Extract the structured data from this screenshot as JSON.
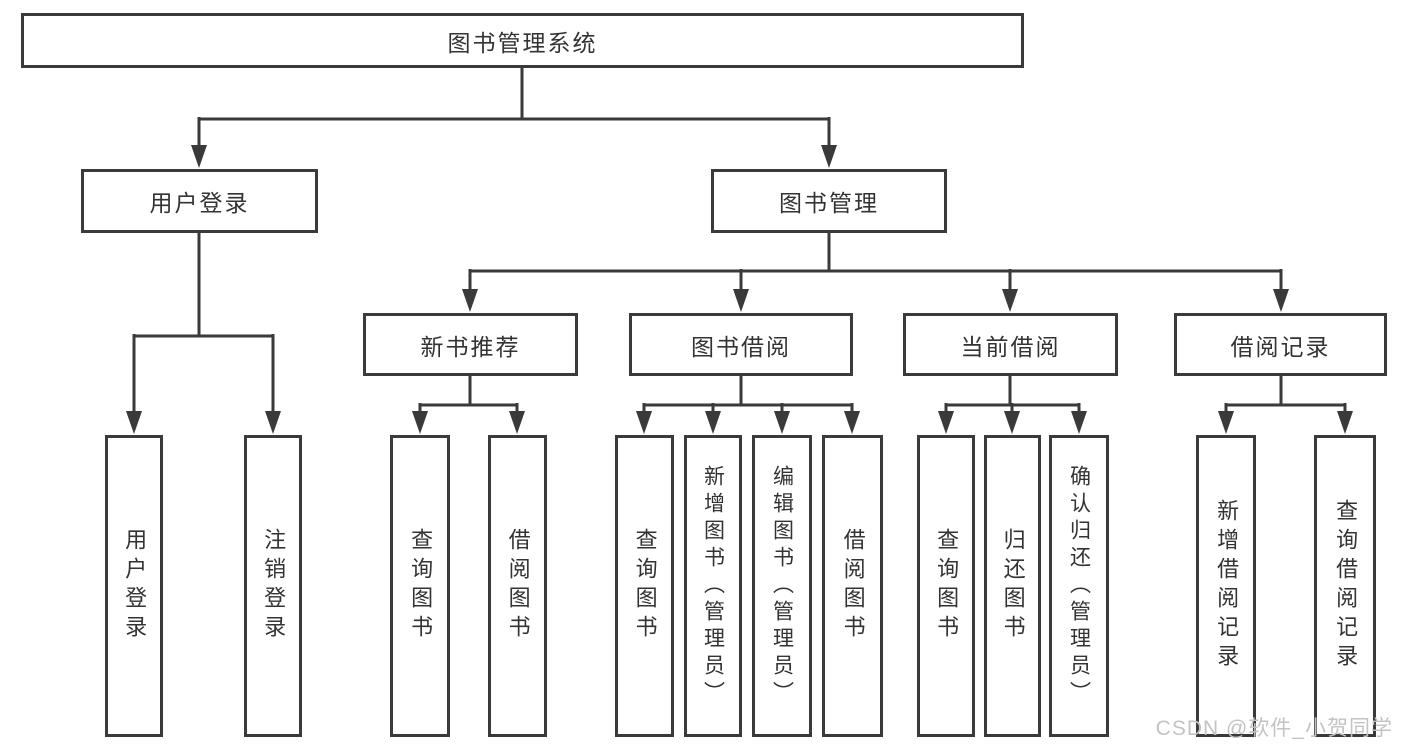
{
  "watermark": "CSDN @软件_小贺同学",
  "colors": {
    "line": "#3a3a3a",
    "text": "#333333",
    "box_background": "#ffffff",
    "watermark": "#c3c3c3"
  },
  "tree": {
    "root": {
      "label": "图书管理系统"
    },
    "level2": [
      {
        "label": "用户登录",
        "leaves": [
          {
            "label": "用户登录"
          },
          {
            "label": "注销登录"
          }
        ]
      },
      {
        "label": "图书管理",
        "groups": [
          {
            "label": "新书推荐",
            "leaves": [
              {
                "label": "查询图书"
              },
              {
                "label": "借阅图书"
              }
            ]
          },
          {
            "label": "图书借阅",
            "leaves": [
              {
                "label": "查询图书"
              },
              {
                "label": "新增图书（管理员）"
              },
              {
                "label": "编辑图书（管理员）"
              },
              {
                "label": "借阅图书"
              }
            ]
          },
          {
            "label": "当前借阅",
            "leaves": [
              {
                "label": "查询图书"
              },
              {
                "label": "归还图书"
              },
              {
                "label": "确认归还（管理员）"
              }
            ]
          },
          {
            "label": "借阅记录",
            "leaves": [
              {
                "label": "新增借阅记录"
              },
              {
                "label": "查询借阅记录"
              }
            ]
          }
        ]
      }
    ]
  }
}
